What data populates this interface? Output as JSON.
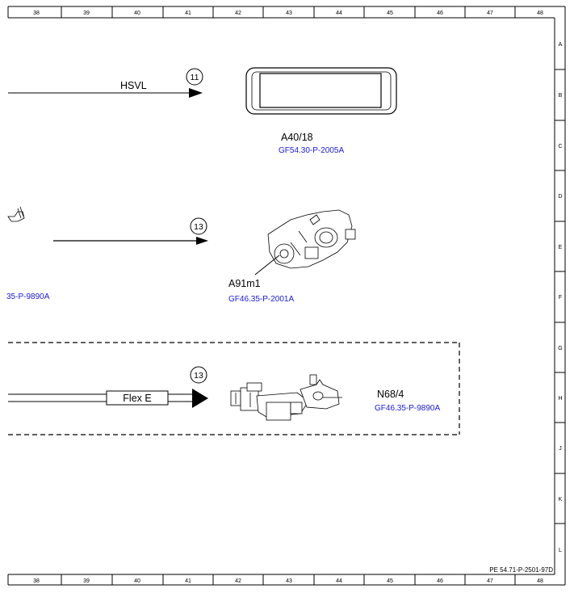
{
  "ruler": {
    "columns": [
      "38",
      "39",
      "40",
      "41",
      "42",
      "43",
      "44",
      "45",
      "46",
      "47",
      "48"
    ],
    "rows": [
      "A",
      "B",
      "C",
      "D",
      "E",
      "F",
      "G",
      "H",
      "J",
      "K",
      "L"
    ]
  },
  "signals": {
    "hsvl": {
      "label": "HSVL",
      "callout": "11"
    },
    "mid_arrow": {
      "callout": "13"
    },
    "flex": {
      "label": "Flex E",
      "callout": "13"
    }
  },
  "components": {
    "a40_18": {
      "code": "A40/18",
      "ref": "GF54.30-P-2005A"
    },
    "a91m1": {
      "code": "A91m1",
      "ref": "GF46.35-P-2001A"
    },
    "n68_4": {
      "code": "N68/4",
      "ref": "GF46.35-P-9890A"
    },
    "left_partial_ref": "35-P-9890A"
  },
  "footer": {
    "doc_id": "PE 54.71-P-2501-97D"
  }
}
